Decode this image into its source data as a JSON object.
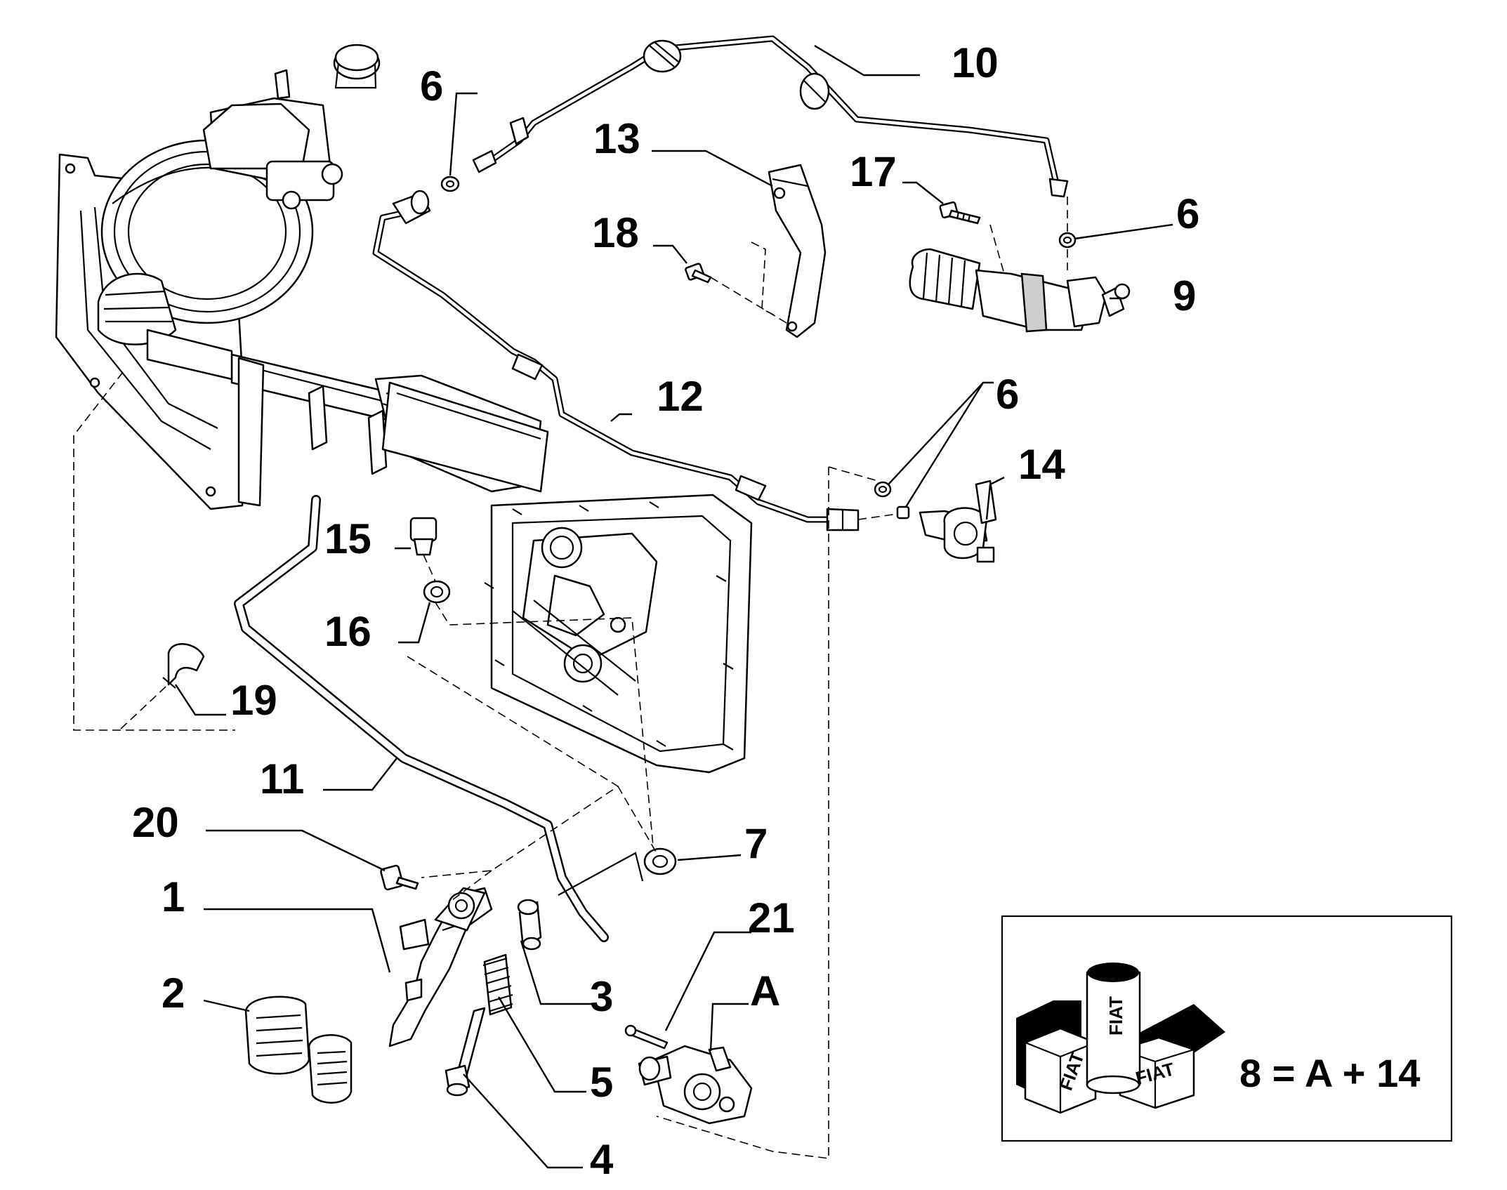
{
  "callouts": [
    {
      "id": "c1",
      "label": "1"
    },
    {
      "id": "c2",
      "label": "2"
    },
    {
      "id": "c3",
      "label": "3"
    },
    {
      "id": "c4",
      "label": "4"
    },
    {
      "id": "c5",
      "label": "5"
    },
    {
      "id": "c6a",
      "label": "6"
    },
    {
      "id": "c6b",
      "label": "6"
    },
    {
      "id": "c6c",
      "label": "6"
    },
    {
      "id": "c7",
      "label": "7"
    },
    {
      "id": "c9",
      "label": "9"
    },
    {
      "id": "c10",
      "label": "10"
    },
    {
      "id": "c11",
      "label": "11"
    },
    {
      "id": "c12",
      "label": "12"
    },
    {
      "id": "c13",
      "label": "13"
    },
    {
      "id": "c14",
      "label": "14"
    },
    {
      "id": "c15",
      "label": "15"
    },
    {
      "id": "c16",
      "label": "16"
    },
    {
      "id": "c17",
      "label": "17"
    },
    {
      "id": "c18",
      "label": "18"
    },
    {
      "id": "c19",
      "label": "19"
    },
    {
      "id": "c20",
      "label": "20"
    },
    {
      "id": "c21",
      "label": "21"
    },
    {
      "id": "cA",
      "label": "A"
    }
  ],
  "legend": {
    "formula": "8 = A + 14",
    "brand_logos": [
      "FIAT",
      "FIAT",
      "FIAT"
    ]
  }
}
